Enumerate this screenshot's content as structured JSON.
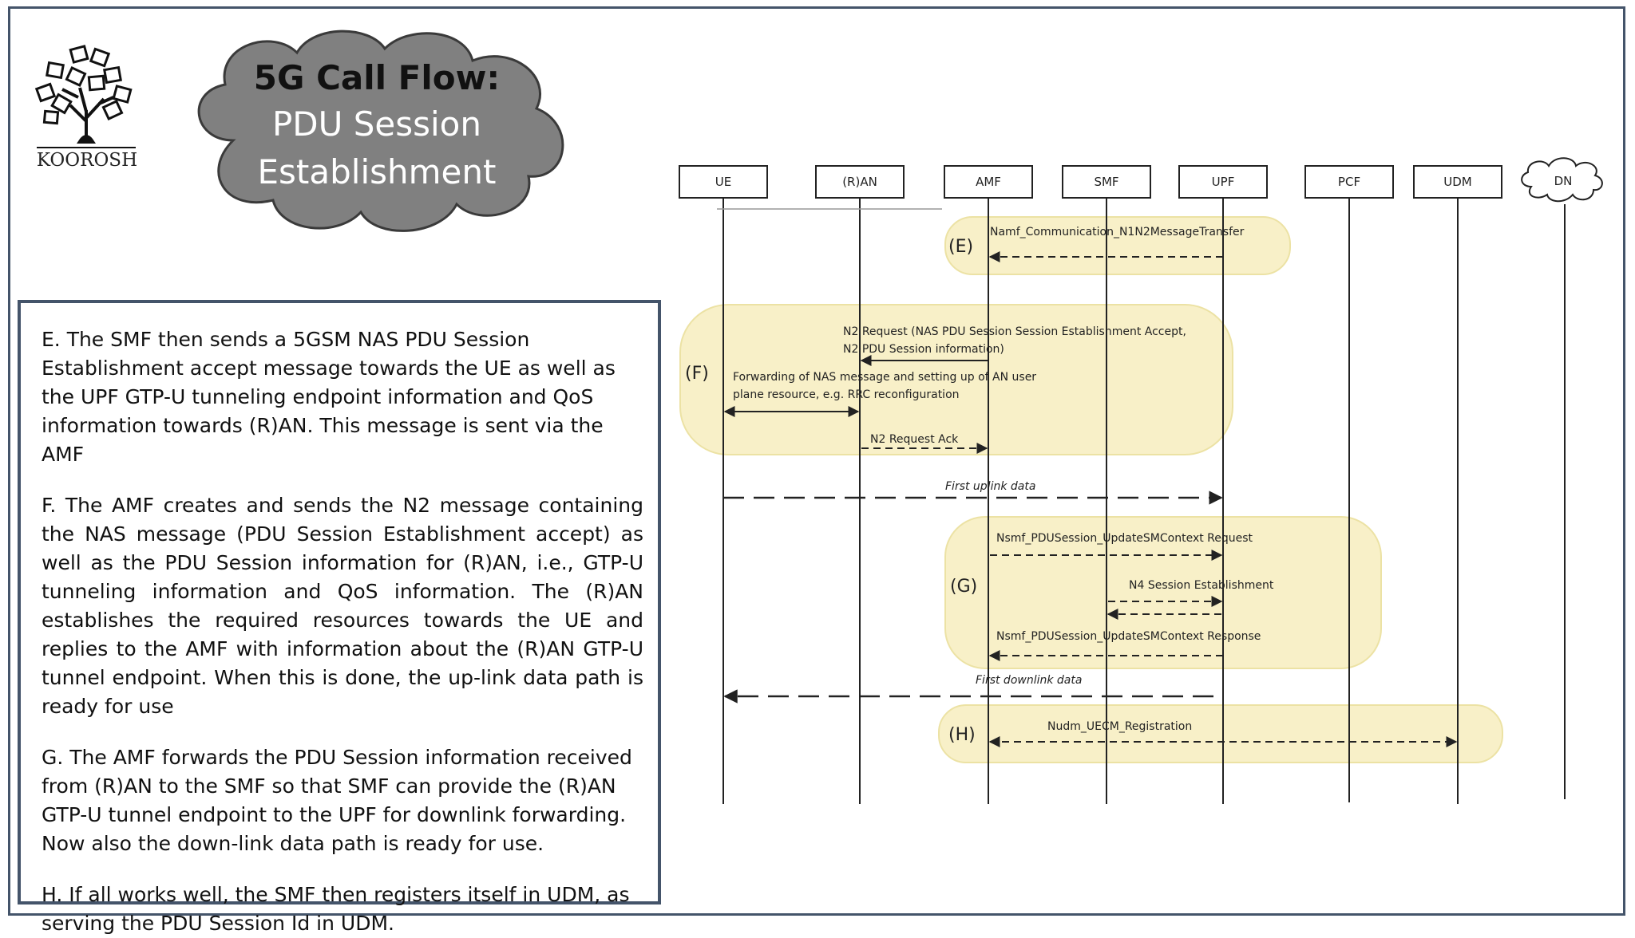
{
  "logo": {
    "name": "KOOROSH"
  },
  "title": {
    "line1": "5G Call Flow:",
    "line2": "PDU Session",
    "line3": "Establishment"
  },
  "panel": {
    "paragraphs": [
      "E. The SMF then sends a 5GSM NAS PDU Session Establishment accept message towards the UE as well as the UPF GTP-U tunneling endpoint information and QoS information towards (R)AN. This message is sent via the AMF",
      "F. The AMF creates and sends the N2 message containing the NAS message (PDU Session Establishment accept) as well as the PDU Session information for (R)AN, i.e., GTP-U tunneling information and QoS information. The (R)AN establishes the required resources towards the UE and replies to the AMF with information about the (R)AN GTP-U tunnel endpoint. When this is done, the up-link data path is ready for use",
      "G. The AMF forwards the PDU Session information received from (R)AN to the SMF so that SMF can provide the (R)AN GTP-U tunnel endpoint to the UPF for downlink forwarding. Now also the down-link data path is ready for use.",
      "H. If all works well, the SMF then registers itself in UDM, as serving the PDU Session Id in UDM."
    ]
  },
  "diagram": {
    "entities": [
      "UE",
      "(R)AN",
      "AMF",
      "SMF",
      "UPF",
      "PCF",
      "UDM",
      "DN"
    ],
    "groups": [
      "(E)",
      "(F)",
      "(G)",
      "(H)"
    ],
    "messages": {
      "e1": "Namf_Communication_N1N2MessageTransfer",
      "f1a": "N2 Request (NAS PDU Session Session Establishment Accept,",
      "f1b": "N2 PDU Session information)",
      "f2a": "Forwarding of NAS message and setting up of AN user",
      "f2b": "plane resource, e.g. RRC reconfiguration",
      "f3": "N2 Request Ack",
      "uplink": "First uplink data",
      "g1": "Nsmf_PDUSession_UpdateSMContext Request",
      "g2": "N4 Session Establishment",
      "g3": "Nsmf_PDUSession_UpdateSMContext Response",
      "downlink": "First downlink data",
      "h1": "Nudm_UECM_Registration"
    },
    "colors": {
      "group_fill": "#f8f0c8",
      "group_stroke": "#ece2a4",
      "line": "#222222"
    }
  }
}
